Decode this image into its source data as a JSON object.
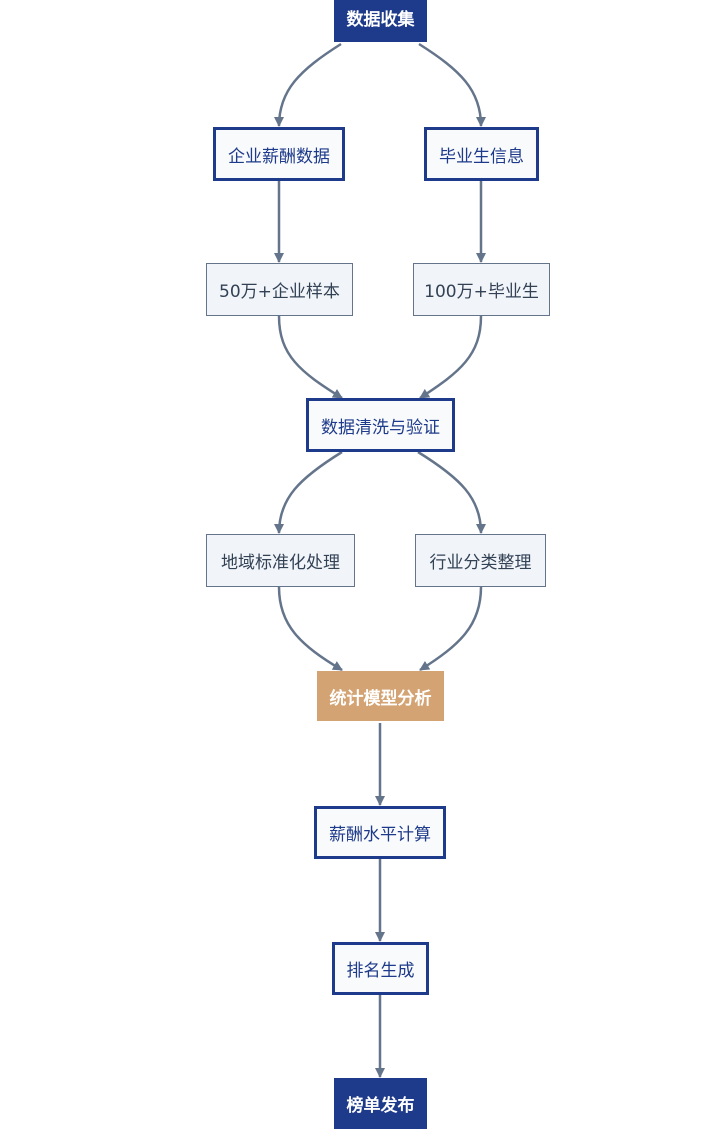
{
  "nodes": {
    "data_collection": "数据收集",
    "enterprise_salary_data": "企业薪酬数据",
    "graduate_info": "毕业生信息",
    "enterprise_samples": "50万+企业样本",
    "graduate_samples": "100万+毕业生",
    "data_cleaning": "数据清洗与验证",
    "regional_standardization": "地域标准化处理",
    "industry_classification": "行业分类整理",
    "statistical_modeling": "统计模型分析",
    "salary_calculation": "薪酬水平计算",
    "ranking_generation": "排名生成",
    "ranking_release": "榜单发布"
  },
  "colors": {
    "dark_fill": "#1e3a8a",
    "primary_border": "#1e3a8a",
    "light_fill": "#f1f5f9",
    "light_border": "#64748b",
    "accent_fill": "#d4a373",
    "edge": "#64748b"
  }
}
